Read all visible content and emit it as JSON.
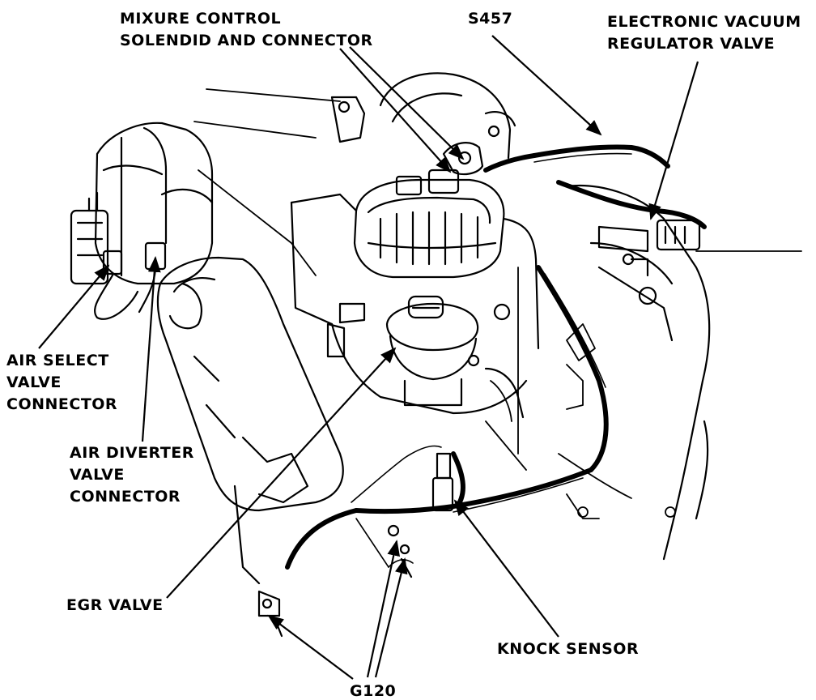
{
  "diagram": {
    "labels": {
      "mixture_control_line1": "MIXURE CONTROL",
      "mixture_control_line2": "SOLENDID AND CONNECTOR",
      "s457": "S457",
      "evrv_line1": "ELECTRONIC VACUUM",
      "evrv_line2": "REGULATOR VALVE",
      "air_select_line1": "AIR SELECT",
      "air_select_line2": "VALVE",
      "air_select_line3": "CONNECTOR",
      "air_diverter_line1": "AIR DIVERTER",
      "air_diverter_line2": "VALVE",
      "air_diverter_line3": "CONNECTOR",
      "egr_valve": "EGR VALVE",
      "knock_sensor": "KNOCK SENSOR",
      "g120": "G120"
    },
    "colors": {
      "ink": "#000000",
      "background": "#ffffff"
    }
  }
}
